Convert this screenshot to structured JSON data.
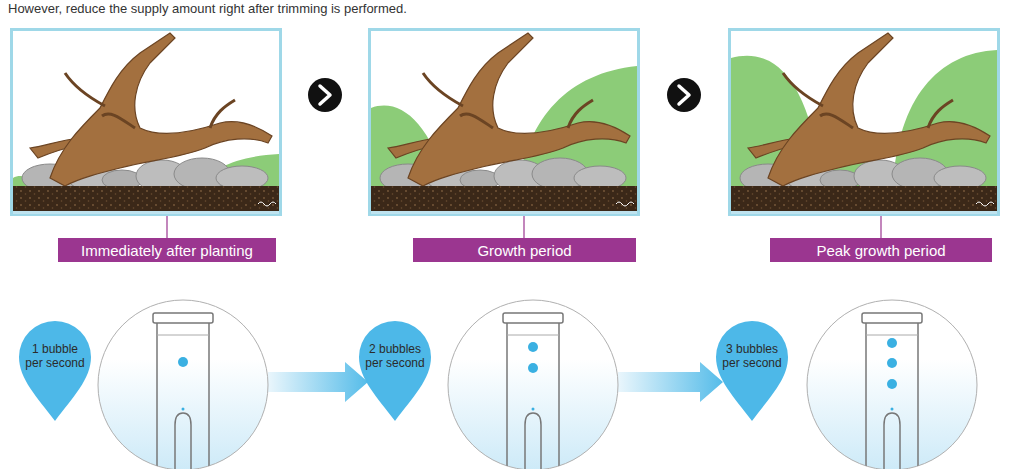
{
  "diagram": {
    "nodes": [
      {
        "text": [
          "Immediately after planting"
        ]
      },
      {
        "text": [
          "Growth period"
        ]
      },
      {
        "text": [
          "Peak growth period"
        ]
      },
      {
        "text": [
          "1 bubble per second"
        ]
      },
      {
        "text": [
          "2 bubbles per second"
        ]
      },
      {
        "text": [
          "3 bubbles per second"
        ]
      }
    ],
    "labels": [
      "However, reduce the supply amount right after trimming is performed."
    ]
  }
}
